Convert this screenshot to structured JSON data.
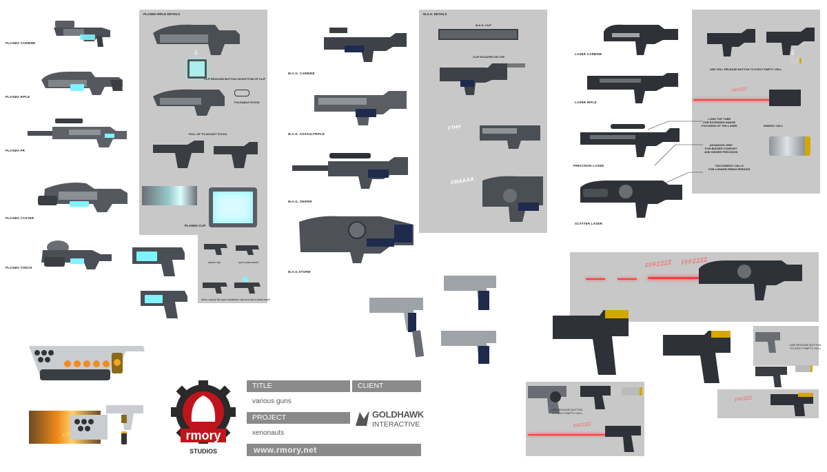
{
  "labels": {
    "plasma_carbine": "PLASMA CARBINE",
    "plasma_rifle": "PLASMA RIFLE",
    "plasma_pr": "PLASMA PR",
    "plasma_caster": "PLASMA CASTER",
    "plasma_torch": "PLASMA TORCH",
    "mag_carbine": "M.A.G. CARBINE",
    "mag_assault": "M.A.G. ASSAULTRIFLE",
    "mag_sniper": "M.A.G. SNIPER",
    "mag_storm": "M.A.G.STORM",
    "laser_carbine": "LASER CARBINE",
    "laser_rifle": "LASER RIFLE",
    "precision_laser": "PRECISION LASER",
    "scatter_laser": "SCATTER LASER"
  },
  "panels": {
    "plasma_details_title": "PLASMA RIFLE DETAILS",
    "clip_release": "CLIP RELEASE BUTTON ON BOTTOM OF CLIP",
    "foldable_stock": "FOLDABLE STOCK",
    "pull_up": "PULL UP TO ADJUST STOCK",
    "plasma_clip": "PLASMA CLIP",
    "mag_details_title": "M.A.G. DETAILS",
    "mag_clip": "M.A.G. CLIP",
    "clip_situated": "CLIP SITUATED ON TOP",
    "eject_cell": "USE CELL RELEASE BUTTON TO EJECT EMPTY CELL",
    "long_top_tube": "LONG TOP TUBE\nFOR EXTENDED RANGE\nFOCUSING OF THE LASER",
    "advanced_grip": "ADVANCED GRIP\nFOR BIGGER COMFORT\nAND HIGHER PRECISION",
    "two_cells": "TWO ENERGY CELLS\nFOR LONGER FIRING PERIODS",
    "energy_cell": "ENERGY CELL"
  },
  "small_notes": {
    "attach_clip": "attach clip",
    "open_plasmacell": "open plasmacell",
    "when_empty": "when empty flip open top",
    "attach_clip_and_open": "attach clip and open plasmacell",
    "eject_button": "USE RELEASE BUTTON\nTO EJECT EMPTY CELL",
    "eject_button2": "USE RELEASE BUTTON\nTO EJECT EMPTY CELL"
  },
  "sfx": {
    "fthh": "FTHH",
    "fraaaa": "FRAAAA",
    "fffzzz1": "FFFZZZ",
    "fffzzz2": "FFFZZZZ",
    "fffzzz3": "FFFZZZZ",
    "fffzzz4": "FFFZZZ",
    "fffzzz5": "FFFZZZ",
    "zzzz": "ZZZZZ"
  },
  "title_block": {
    "title_head": "TITLE",
    "client_head": "CLIENT",
    "title_value": "various guns",
    "project_head": "PROJECT",
    "project_value": "xenonauts",
    "client_name_1": "GOLDHAWK",
    "client_name_2": "INTERACTIVE",
    "url": "www.rmory.net"
  },
  "logo": {
    "name": "rmory",
    "sub": "STUDIOS"
  },
  "colors": {
    "panel_gray": "#c8c8c8",
    "gun_dark": "#3a3d42",
    "gun_mid": "#6a6e74",
    "gun_light": "#9ea3a9",
    "plasma_glow": "#7ff3ff",
    "mag_blue": "#1e2b4d",
    "laser_red": "#ff3b3b",
    "logo_red": "#c0141c"
  }
}
